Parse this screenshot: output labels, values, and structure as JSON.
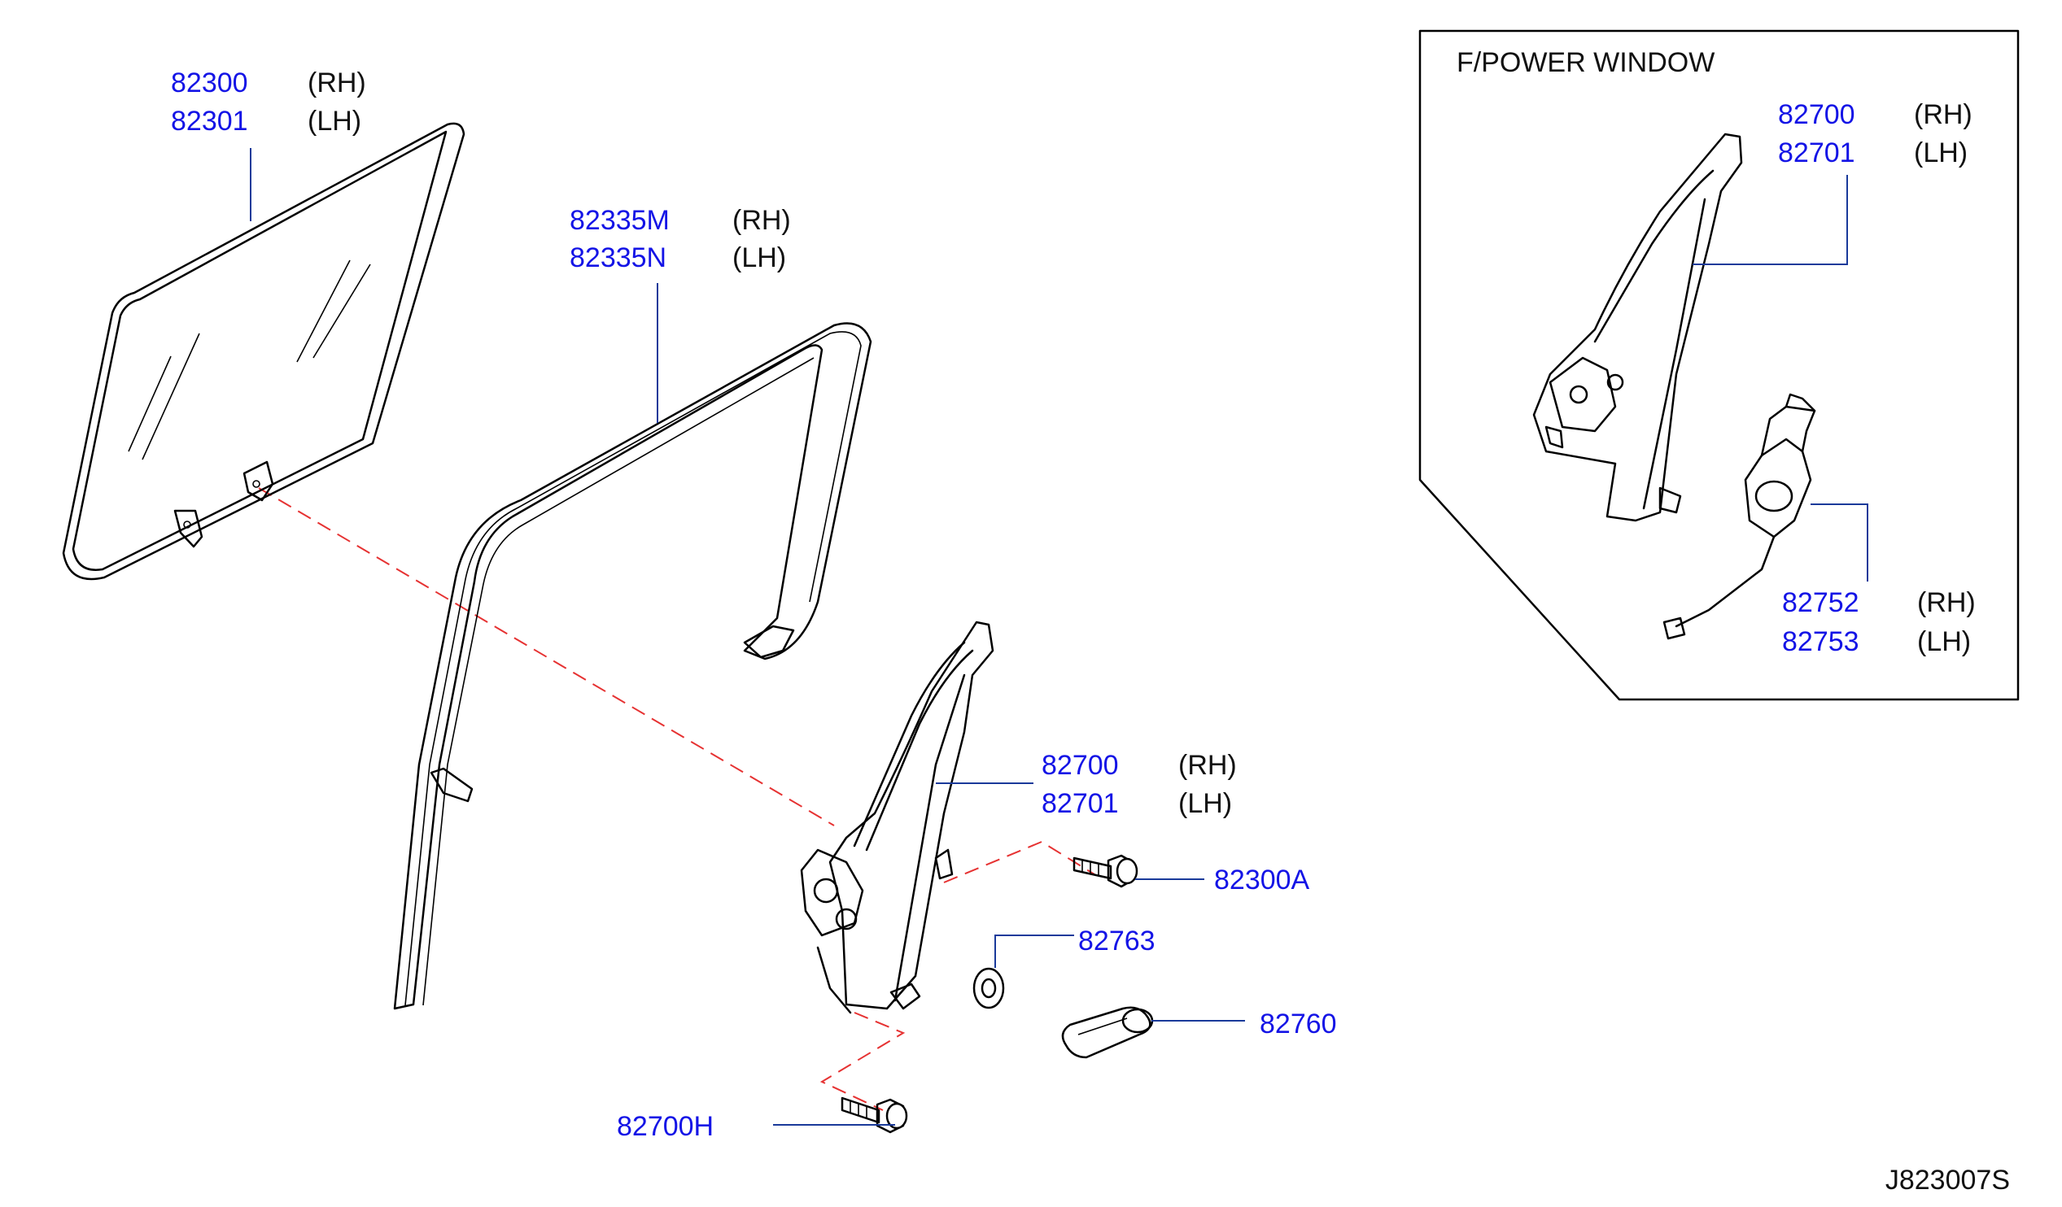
{
  "colors": {
    "part_number": "#1414e6",
    "side_label": "#111111",
    "leader_line": "#1a3a9a",
    "dashed_guide": "#e63232",
    "outline": "#000000"
  },
  "inset": {
    "title": "F/POWER  WINDOW",
    "regulator": {
      "numbers": [
        "82700",
        "82701"
      ],
      "sides": [
        "(RH)",
        "(LH)"
      ]
    },
    "motor": {
      "numbers": [
        "82752",
        "82753"
      ],
      "sides": [
        "(RH)",
        "(LH)"
      ]
    }
  },
  "parts": {
    "glass": {
      "numbers": [
        "82300",
        "82301"
      ],
      "sides": [
        "(RH)",
        "(LH)"
      ]
    },
    "run_channel": {
      "numbers": [
        "82335M",
        "82335N"
      ],
      "sides": [
        "(RH)",
        "(LH)"
      ]
    },
    "regulator": {
      "numbers": [
        "82700",
        "82701"
      ],
      "sides": [
        "(RH)",
        "(LH)"
      ]
    },
    "bolt_glass": {
      "number": "82300A"
    },
    "escutcheon": {
      "number": "82763"
    },
    "handle": {
      "number": "82760"
    },
    "bolt_regulator": {
      "number": "82700H"
    }
  },
  "diagram_code": "J823007S"
}
